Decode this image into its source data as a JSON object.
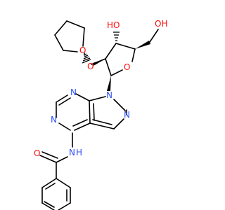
{
  "molecule": {
    "atoms": {
      "O_thf": "O",
      "O_ether": "O",
      "HO_ring": "HO",
      "OH_ch2": "OH",
      "O_sugar": "O",
      "N9": "N",
      "N_imid": "N",
      "N3": "N",
      "N1": "N",
      "NH": "N",
      "H_amide": "H",
      "O_amide": "O"
    },
    "colors": {
      "oxygen": "#ff0d0d",
      "nitrogen": "#3050f8",
      "carbon": "#000000"
    }
  }
}
